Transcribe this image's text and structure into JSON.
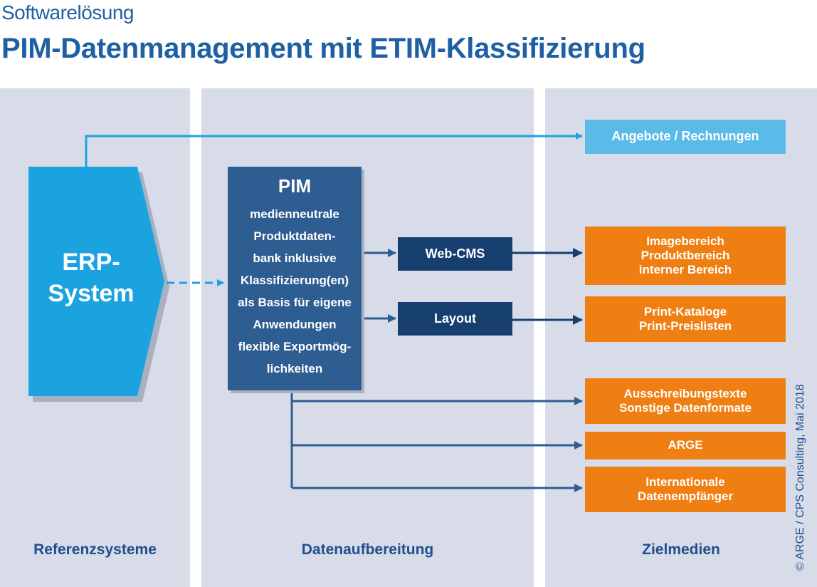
{
  "header": {
    "kicker": "Softwarelösung",
    "title": "PIM-Datenmanagement mit ETIM-Klassifizierung"
  },
  "columns": {
    "referenz": "Referenzsysteme",
    "daten": "Datenaufbereitung",
    "ziel": "Zielmedien"
  },
  "erp": {
    "line1": "ERP-",
    "line2": "System"
  },
  "pim": {
    "title": "PIM",
    "lines": [
      "medienneutrale",
      "Produktdaten-",
      "bank inklusive",
      "Klassifizierung(en)",
      "als Basis für eigene",
      "Anwendungen",
      "flexible Exportmög-",
      "lichkeiten"
    ]
  },
  "middle_boxes": {
    "webcms": "Web-CMS",
    "layout": "Layout"
  },
  "targets": {
    "angebote": "Angebote / Rechnungen",
    "image": [
      "Imagebereich",
      "Produktbereich",
      "interner Bereich"
    ],
    "print": [
      "Print-Kataloge",
      "Print-Preislisten"
    ],
    "ausschreibung": [
      "Ausschreibungstexte",
      "Sonstige Datenformate"
    ],
    "arge": "ARGE",
    "international": [
      "Internationale",
      "Datenempfänger"
    ]
  },
  "credit": "© ARGE / CPS Consulting, Mai 2018",
  "colors": {
    "title_blue": "#1f5fa3",
    "erp_cyan": "#1ba3e0",
    "pim_blue": "#2e5d92",
    "navy": "#163f70",
    "orange": "#f07f13",
    "light_blue": "#5bbbe8",
    "panel_gray": "#d8dce9"
  }
}
